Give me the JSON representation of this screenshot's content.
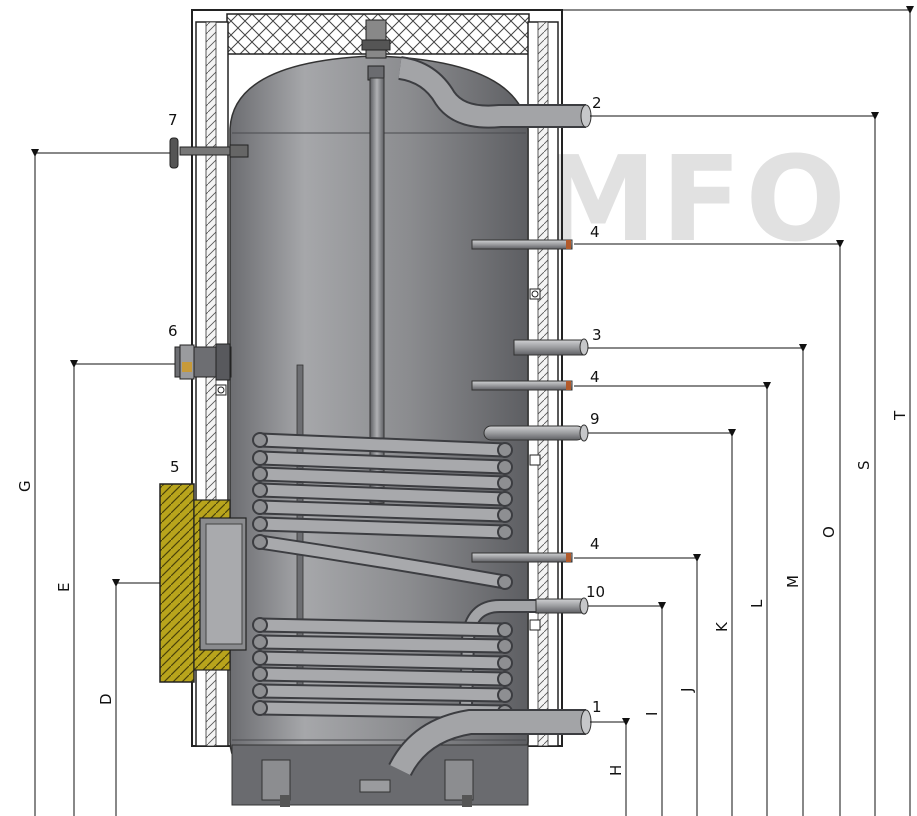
{
  "watermark": {
    "text": "KOMFO",
    "color": "#c9c9c9"
  },
  "colors": {
    "tank": "#8a8b8e",
    "tank_dark": "#5f6064",
    "pipe": "#9a9b9e",
    "insulation": "#f2f2f2",
    "flange": "#b6a21b",
    "line": "#111111"
  },
  "connection_labels": {
    "p2": "2",
    "p4a": "4",
    "p3": "3",
    "p4b": "4",
    "p9": "9",
    "p4c": "4",
    "p10": "10",
    "p1": "1",
    "p7": "7",
    "p6": "6",
    "p5": "5"
  },
  "dimension_labels": {
    "G": "G",
    "E": "E",
    "D": "D",
    "H": "H",
    "I": "I",
    "J": "J",
    "K": "K",
    "L": "L",
    "M": "M",
    "O": "O",
    "S": "S",
    "T": "T"
  }
}
